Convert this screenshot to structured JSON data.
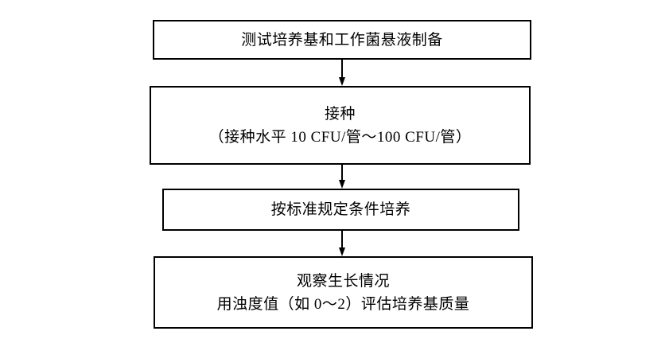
{
  "steps": [
    {
      "lines": [
        "测试培养基和工作菌悬液制备"
      ]
    },
    {
      "lines": [
        "接种",
        "（接种水平 10 CFU/管～100 CFU/管）"
      ]
    },
    {
      "lines": [
        "按标准规定条件培养"
      ]
    },
    {
      "lines": [
        "观察生长情况",
        "用浊度值（如 0～2）评估培养基质量"
      ]
    }
  ],
  "colors": {
    "border": "#000000",
    "text": "#000000",
    "background": "#ffffff"
  }
}
